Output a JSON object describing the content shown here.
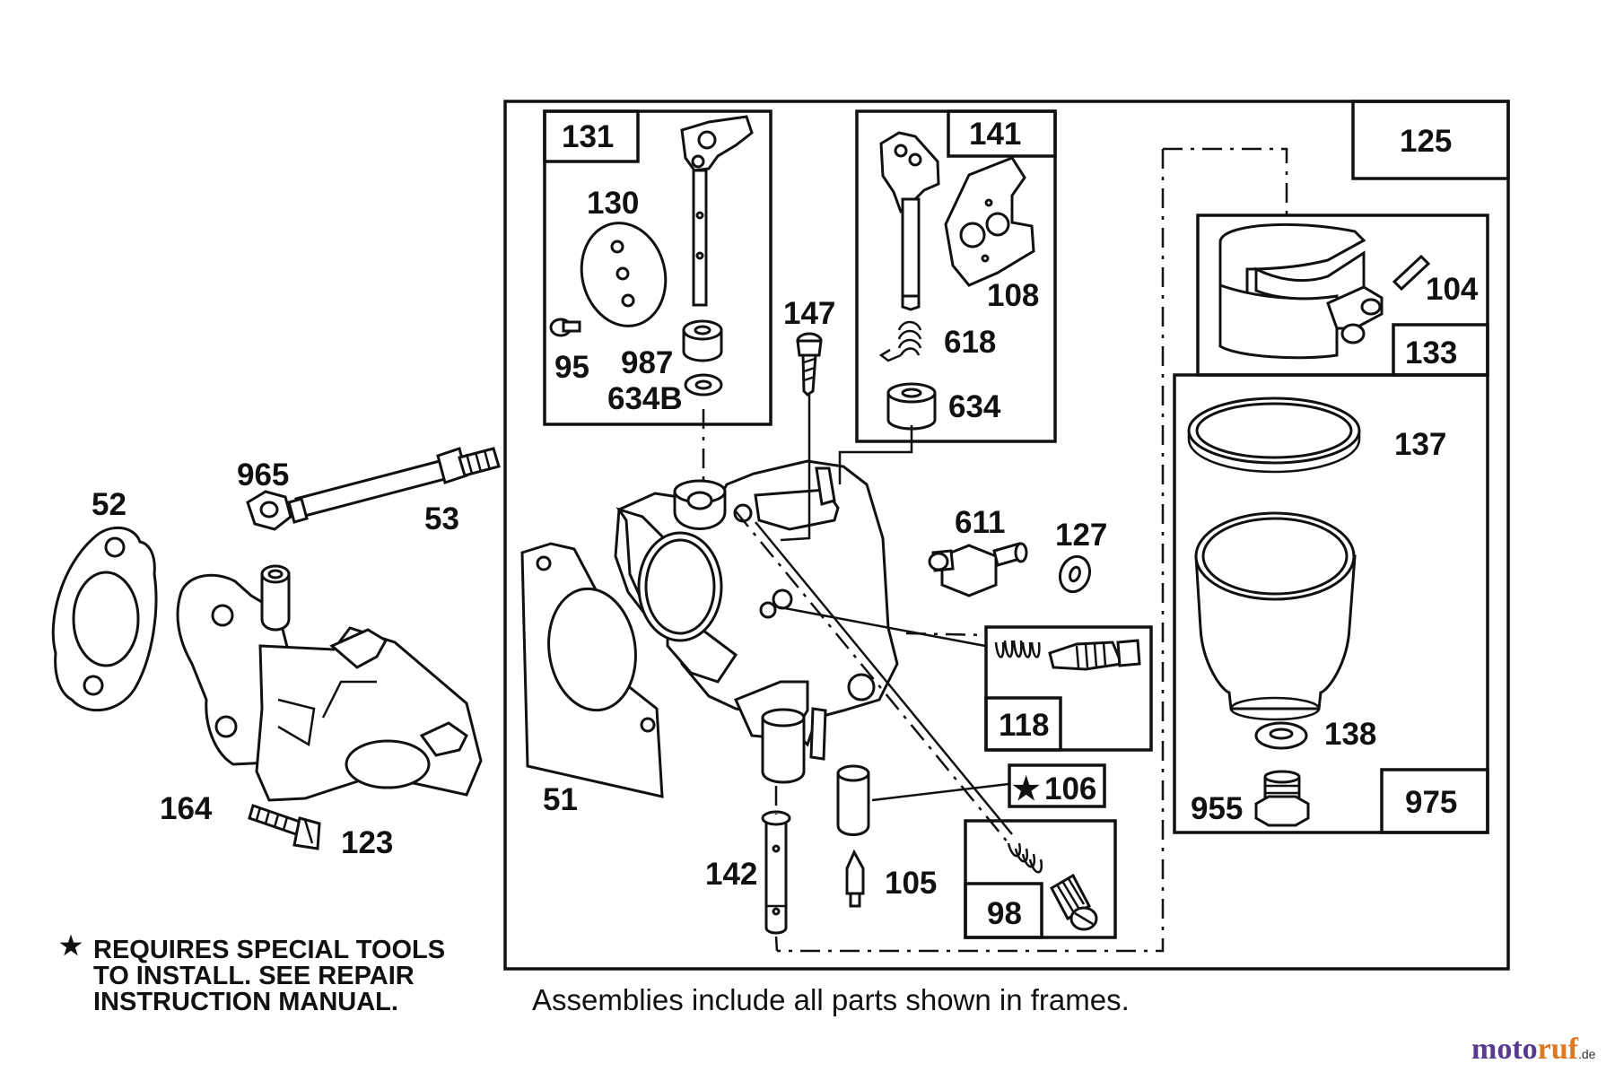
{
  "labels": {
    "p131": "131",
    "p130": "130",
    "p95": "95",
    "p987": "987",
    "p634B": "634B",
    "p141": "141",
    "p108": "108",
    "p618": "618",
    "p634": "634",
    "p147": "147",
    "p125": "125",
    "p104": "104",
    "p133": "133",
    "p137": "137",
    "p138": "138",
    "p955": "955",
    "p975": "975",
    "p965": "965",
    "p52": "52",
    "p53": "53",
    "p164": "164",
    "p123": "123",
    "p51": "51",
    "p611": "611",
    "p127": "127",
    "p118": "118",
    "p106": "106",
    "p98": "98",
    "p142": "142",
    "p105": "105"
  },
  "symbols": {
    "star": "★"
  },
  "note": {
    "line1": "REQUIRES SPECIAL TOOLS",
    "line2": "TO INSTALL.  SEE REPAIR",
    "line3": "INSTRUCTION MANUAL."
  },
  "caption": "Assemblies include all parts shown in frames.",
  "watermark": {
    "part1": "moto",
    "part2": "ruf",
    "suffix": ".de"
  }
}
